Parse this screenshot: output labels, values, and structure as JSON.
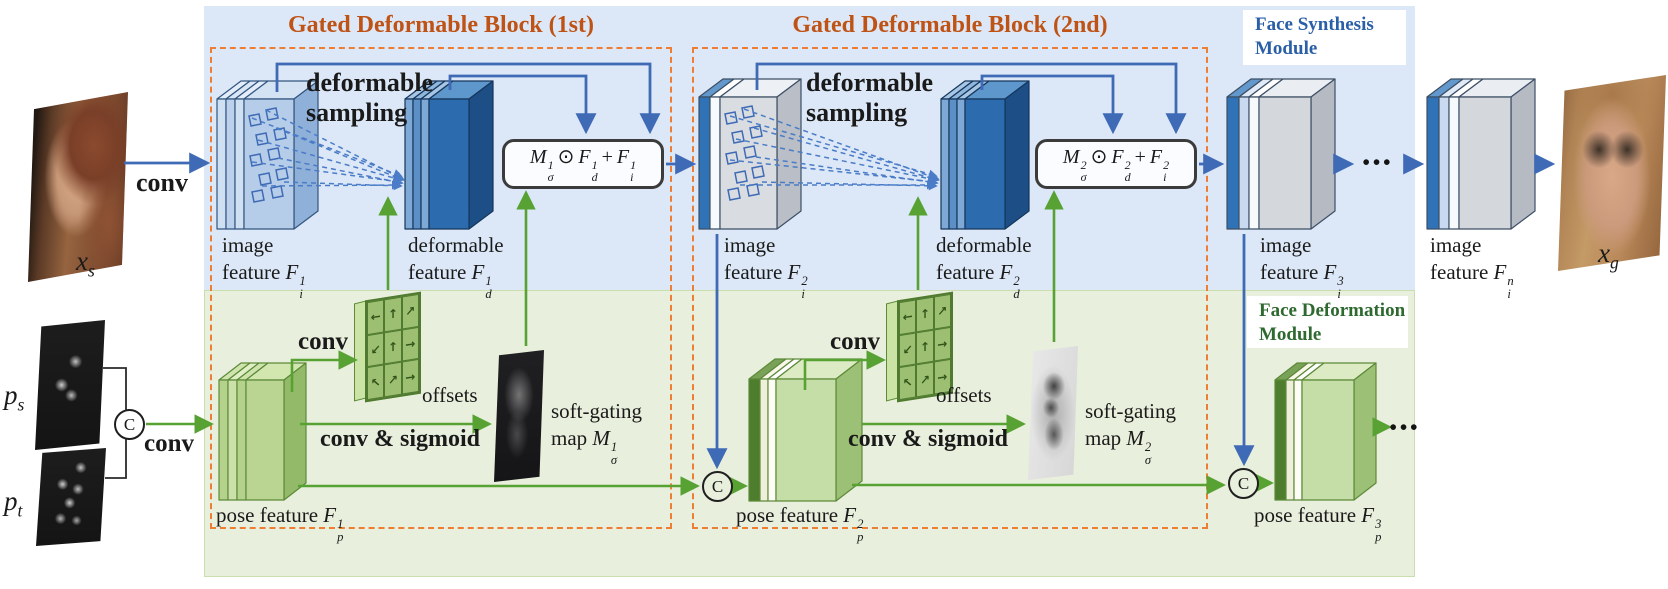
{
  "figure": {
    "blocks": {
      "block1_title": "Gated Deformable Block (1st)",
      "block2_title": "Gated Deformable Block (2nd)"
    },
    "modules": {
      "synthesis_line1": "Face Synthesis",
      "synthesis_line2": "Module",
      "deformation_line1": "Face Deformation",
      "deformation_line2": "Module"
    }
  },
  "ops": {
    "conv": "conv",
    "conv_and_sigmoid": "conv & sigmoid",
    "concat": "C",
    "deformable_line1": "deformable",
    "deformable_line2": "sampling",
    "offsets": "offsets",
    "ellipsis": "•••",
    "offsets_arrows": [
      "←",
      "↑",
      "↗",
      "↙",
      "↑",
      "→",
      "↖",
      "↗",
      "→"
    ]
  },
  "labels": {
    "image": "image",
    "feature": "feature",
    "deformable": "deformable",
    "pose_feature": "pose feature",
    "soft_gating": "soft-gating",
    "map": "map"
  },
  "math": {
    "xs": [
      {
        "i": "x",
        "sub": "s"
      }
    ],
    "ps": [
      {
        "i": "p",
        "sub": "s"
      }
    ],
    "pt": [
      {
        "i": "p",
        "sub": "t"
      }
    ],
    "xg": [
      {
        "i": "x",
        "sub": "g"
      }
    ],
    "fi1": [
      {
        "i": "F",
        "sub": "i",
        "sup": "1"
      }
    ],
    "fi2": [
      {
        "i": "F",
        "sub": "i",
        "sup": "2"
      }
    ],
    "fi3": [
      {
        "i": "F",
        "sub": "i",
        "sup": "3"
      }
    ],
    "fin": [
      {
        "i": "F",
        "sub": "i",
        "sup": "n"
      }
    ],
    "fd1": [
      {
        "i": "F",
        "sub": "d",
        "sup": "1"
      }
    ],
    "fd2": [
      {
        "i": "F",
        "sub": "d",
        "sup": "2"
      }
    ],
    "fp1": [
      {
        "i": "F",
        "sub": "p",
        "sup": "1"
      }
    ],
    "fp2": [
      {
        "i": "F",
        "sub": "p",
        "sup": "2"
      }
    ],
    "fp3": [
      {
        "i": "F",
        "sub": "p",
        "sup": "3"
      }
    ],
    "msigma1": [
      {
        "i": "M",
        "sub": "σ",
        "sup": "1"
      }
    ],
    "msigma2": [
      {
        "i": "M",
        "sub": "σ",
        "sup": "2"
      }
    ],
    "formula1": [
      {
        "i": "M",
        "sub": "σ",
        "sup": "1"
      },
      {
        "t": "⊙"
      },
      {
        "i": "F",
        "sub": "d",
        "sup": "1"
      },
      {
        "t": "+"
      },
      {
        "i": "F",
        "sub": "i",
        "sup": "1"
      }
    ],
    "formula2": [
      {
        "i": "M",
        "sub": "σ",
        "sup": "2"
      },
      {
        "t": "⊙"
      },
      {
        "i": "F",
        "sub": "d",
        "sup": "2"
      },
      {
        "t": "+"
      },
      {
        "i": "F",
        "sub": "i",
        "sup": "2"
      }
    ]
  },
  "colors": {
    "synthesis_bg": "#dce8f7",
    "deformation_bg": "#e8efdc",
    "block_border": "#ee7e33",
    "block_title": "#bf5316",
    "synthesis_title": "#2a5fa8",
    "deformation_title": "#2e6930",
    "blue_arrow": "#3f6ab5",
    "green_arrow": "#58a234"
  }
}
